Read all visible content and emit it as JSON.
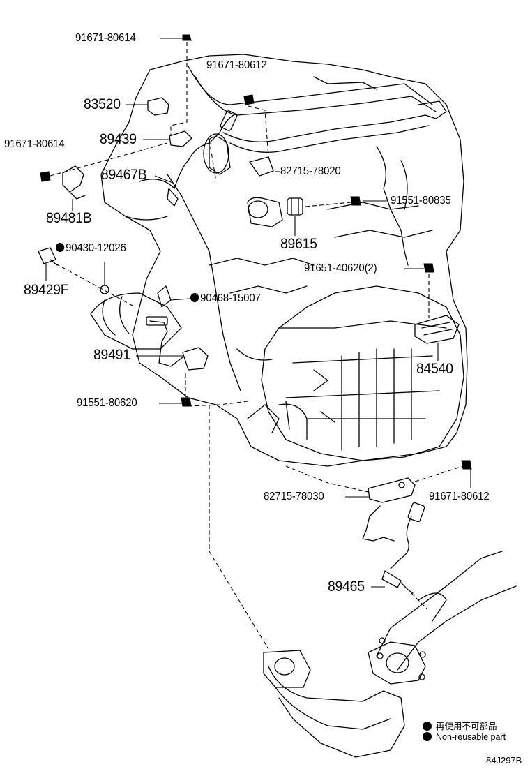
{
  "diagram": {
    "parts": [
      {
        "id": "p1",
        "number": "91671-80614",
        "size": "sm",
        "mark": false
      },
      {
        "id": "p2",
        "number": "91671-80612",
        "size": "sm",
        "mark": false
      },
      {
        "id": "p3",
        "number": "83520",
        "size": "lg",
        "mark": false
      },
      {
        "id": "p4",
        "number": "89439",
        "size": "lg",
        "mark": false
      },
      {
        "id": "p5",
        "number": "91671-80614",
        "size": "sm",
        "mark": false
      },
      {
        "id": "p6",
        "number": "89467B",
        "size": "lg",
        "mark": false
      },
      {
        "id": "p7",
        "number": "82715-78020",
        "size": "sm",
        "mark": false
      },
      {
        "id": "p8",
        "number": "91551-80835",
        "size": "sm",
        "mark": false
      },
      {
        "id": "p9",
        "number": "89481B",
        "size": "lg",
        "mark": false
      },
      {
        "id": "p10",
        "number": "89615",
        "size": "lg",
        "mark": false
      },
      {
        "id": "p11",
        "number": "90430-12026",
        "size": "sm",
        "mark": true
      },
      {
        "id": "p12",
        "number": "91651-40620(2)",
        "size": "sm",
        "mark": false
      },
      {
        "id": "p13",
        "number": "89429F",
        "size": "lg",
        "mark": false
      },
      {
        "id": "p14",
        "number": "90468-15007",
        "size": "sm",
        "mark": true
      },
      {
        "id": "p15",
        "number": "89491",
        "size": "lg",
        "mark": false
      },
      {
        "id": "p16",
        "number": "84540",
        "size": "lg",
        "mark": false
      },
      {
        "id": "p17",
        "number": "91551-80620",
        "size": "sm",
        "mark": false
      },
      {
        "id": "p18",
        "number": "82715-78030",
        "size": "sm",
        "mark": false
      },
      {
        "id": "p19",
        "number": "91671-80612",
        "size": "sm",
        "mark": false
      },
      {
        "id": "p20",
        "number": "89465",
        "size": "lg",
        "mark": false
      }
    ],
    "legend": {
      "japanese": "再使用不可部品",
      "english": "Non-reusable part"
    },
    "figure_code": "84J297B"
  }
}
